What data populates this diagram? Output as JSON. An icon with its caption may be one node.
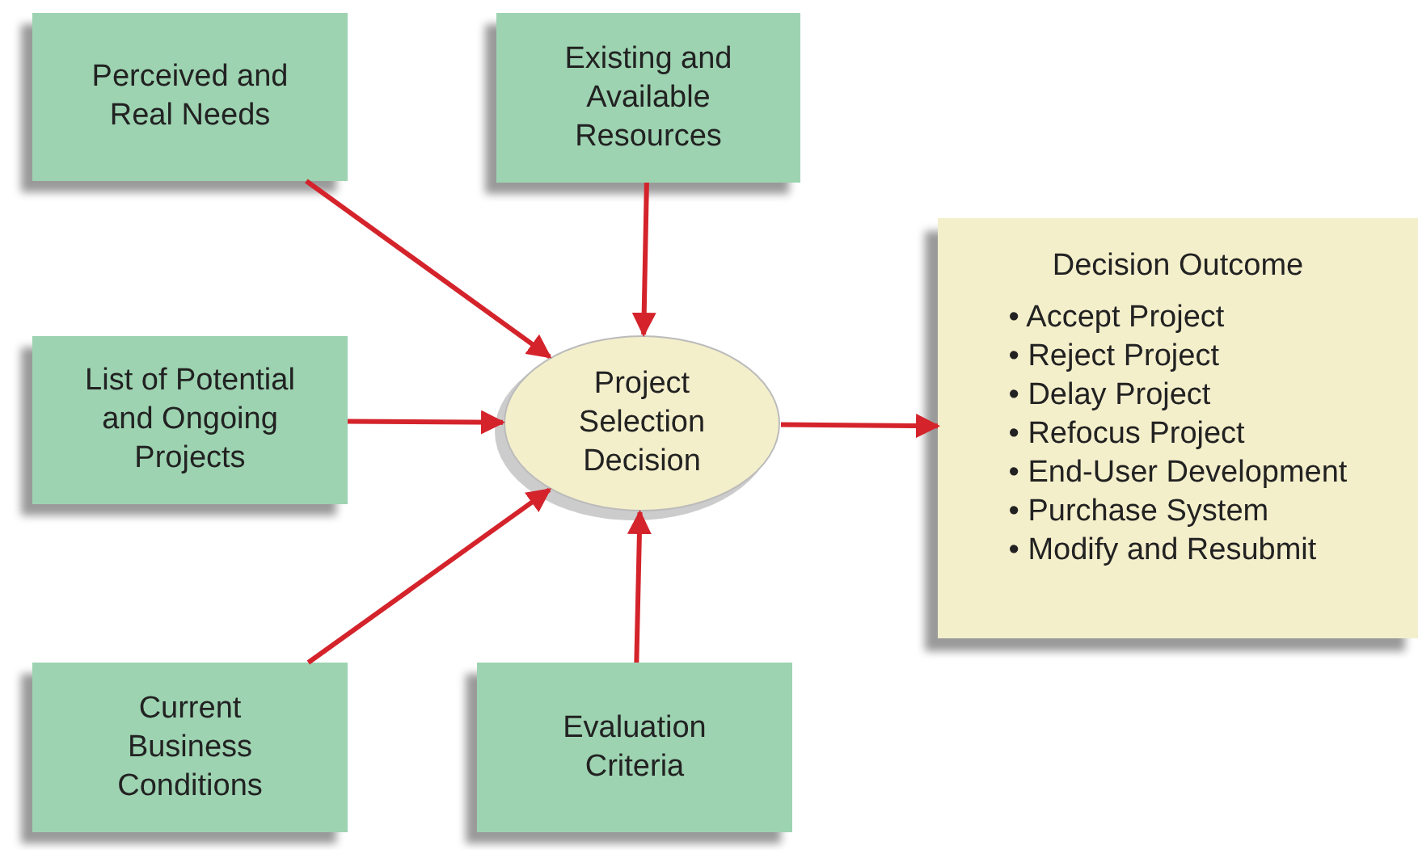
{
  "diagram": {
    "nodes": [
      {
        "text": [
          "Perceived and Real Needs"
        ]
      },
      {
        "text": [
          "Existing and Available Resources"
        ]
      },
      {
        "text": [
          "List of Potential and Ongoing Projects"
        ]
      },
      {
        "text": [
          "Project Selection Decision"
        ]
      },
      {
        "text": [
          "Decision Outcome",
          "• Accept Project",
          "• Reject Project",
          "• Delay Project",
          "• Refocus Project",
          "• End-User Development",
          "• Purchase System",
          "• Modify and Resubmit"
        ]
      },
      {
        "text": [
          "Current Business Conditions"
        ]
      },
      {
        "text": [
          "Evaluation Criteria"
        ]
      }
    ],
    "edges": [
      {
        "from": 0,
        "to": 3,
        "arrow": "to"
      },
      {
        "from": 1,
        "to": 3,
        "arrow": "to"
      },
      {
        "from": 2,
        "to": 3,
        "arrow": "to"
      },
      {
        "from": 5,
        "to": 3,
        "arrow": "to"
      },
      {
        "from": 6,
        "to": 3,
        "arrow": "to"
      },
      {
        "from": 3,
        "to": 4,
        "arrow": "to"
      }
    ]
  }
}
